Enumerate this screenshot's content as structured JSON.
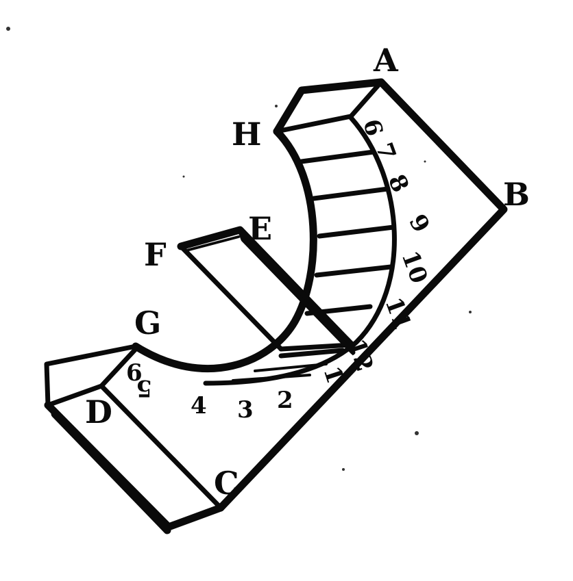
{
  "diagram": {
    "point_labels": {
      "A": "A",
      "B": "B",
      "C": "C",
      "D": "D",
      "E": "E",
      "F": "F",
      "G": "G",
      "H": "H"
    },
    "hour_marks": [
      {
        "key": "h6_top",
        "text": "6"
      },
      {
        "key": "h7",
        "text": "7"
      },
      {
        "key": "h8",
        "text": "8"
      },
      {
        "key": "h9",
        "text": "9"
      },
      {
        "key": "h10",
        "text": "10"
      },
      {
        "key": "h11",
        "text": "11"
      },
      {
        "key": "h12",
        "text": "12"
      },
      {
        "key": "h1",
        "text": "1"
      },
      {
        "key": "h2",
        "text": "2"
      },
      {
        "key": "h3",
        "text": "3"
      },
      {
        "key": "h4",
        "text": "4"
      },
      {
        "key": "h5",
        "text": "5"
      },
      {
        "key": "h6_bottom",
        "text": "6"
      }
    ],
    "colors": {
      "ink": "#0a0a0a",
      "paper": "#ffffff"
    }
  }
}
